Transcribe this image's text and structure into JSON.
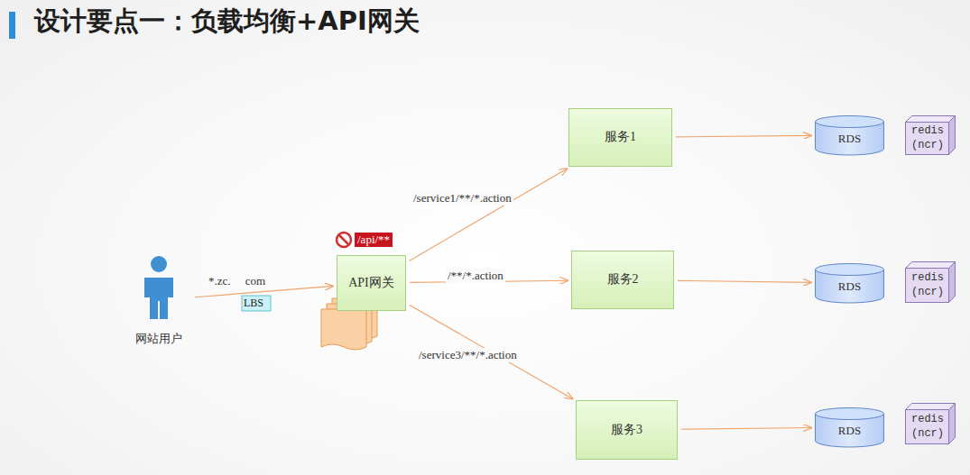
{
  "diagram": {
    "title": "设计要点一：负载均衡+API网关",
    "nodes": [
      {
        "text": [
          "网站用户"
        ]
      },
      {
        "text": [
          "API网关"
        ]
      },
      {
        "text": [
          "服务1"
        ]
      },
      {
        "text": [
          "服务2"
        ]
      },
      {
        "text": [
          "服务3"
        ]
      },
      {
        "text": [
          "RDS"
        ]
      },
      {
        "text": [
          "RDS"
        ]
      },
      {
        "text": [
          "RDS"
        ]
      },
      {
        "text": [
          "redis (ncr)"
        ]
      },
      {
        "text": [
          "redis (ncr)"
        ]
      },
      {
        "text": [
          "redis (ncr)"
        ]
      }
    ],
    "edges": [
      {
        "from": 0,
        "to": 1,
        "arrow": "to",
        "label": "*.zc.     com"
      },
      {
        "from": 1,
        "to": 2,
        "arrow": "to",
        "label": "/service1/**/*.action"
      },
      {
        "from": 1,
        "to": 3,
        "arrow": "to",
        "label": "/**/*.action"
      },
      {
        "from": 1,
        "to": 4,
        "arrow": "to",
        "label": "/service3/**/*.action"
      },
      {
        "from": 2,
        "to": 5,
        "arrow": "to"
      },
      {
        "from": 3,
        "to": 6,
        "arrow": "to"
      },
      {
        "from": 4,
        "to": 7,
        "arrow": "to"
      }
    ],
    "labels": [
      "/api/**",
      "LBS"
    ]
  }
}
